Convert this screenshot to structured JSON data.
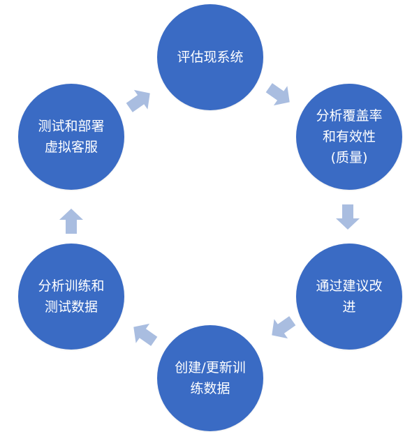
{
  "colors": {
    "node_fill": "#3a6bc4",
    "node_text": "#ffffff",
    "arrow_fill": "#a9bde0",
    "background": "#ffffff"
  },
  "nodes": {
    "evaluate": "评估现系统",
    "coverage": "分析覆盖率\n和有效性\n(质量)",
    "improve": "通过建议改\n进",
    "training": "创建/更新训\n练数据",
    "analyze": "分析训练和\n测试数据",
    "deploy": "测试和部署\n虚拟客服"
  },
  "arrows": {
    "icon": "block-arrow-icon"
  }
}
